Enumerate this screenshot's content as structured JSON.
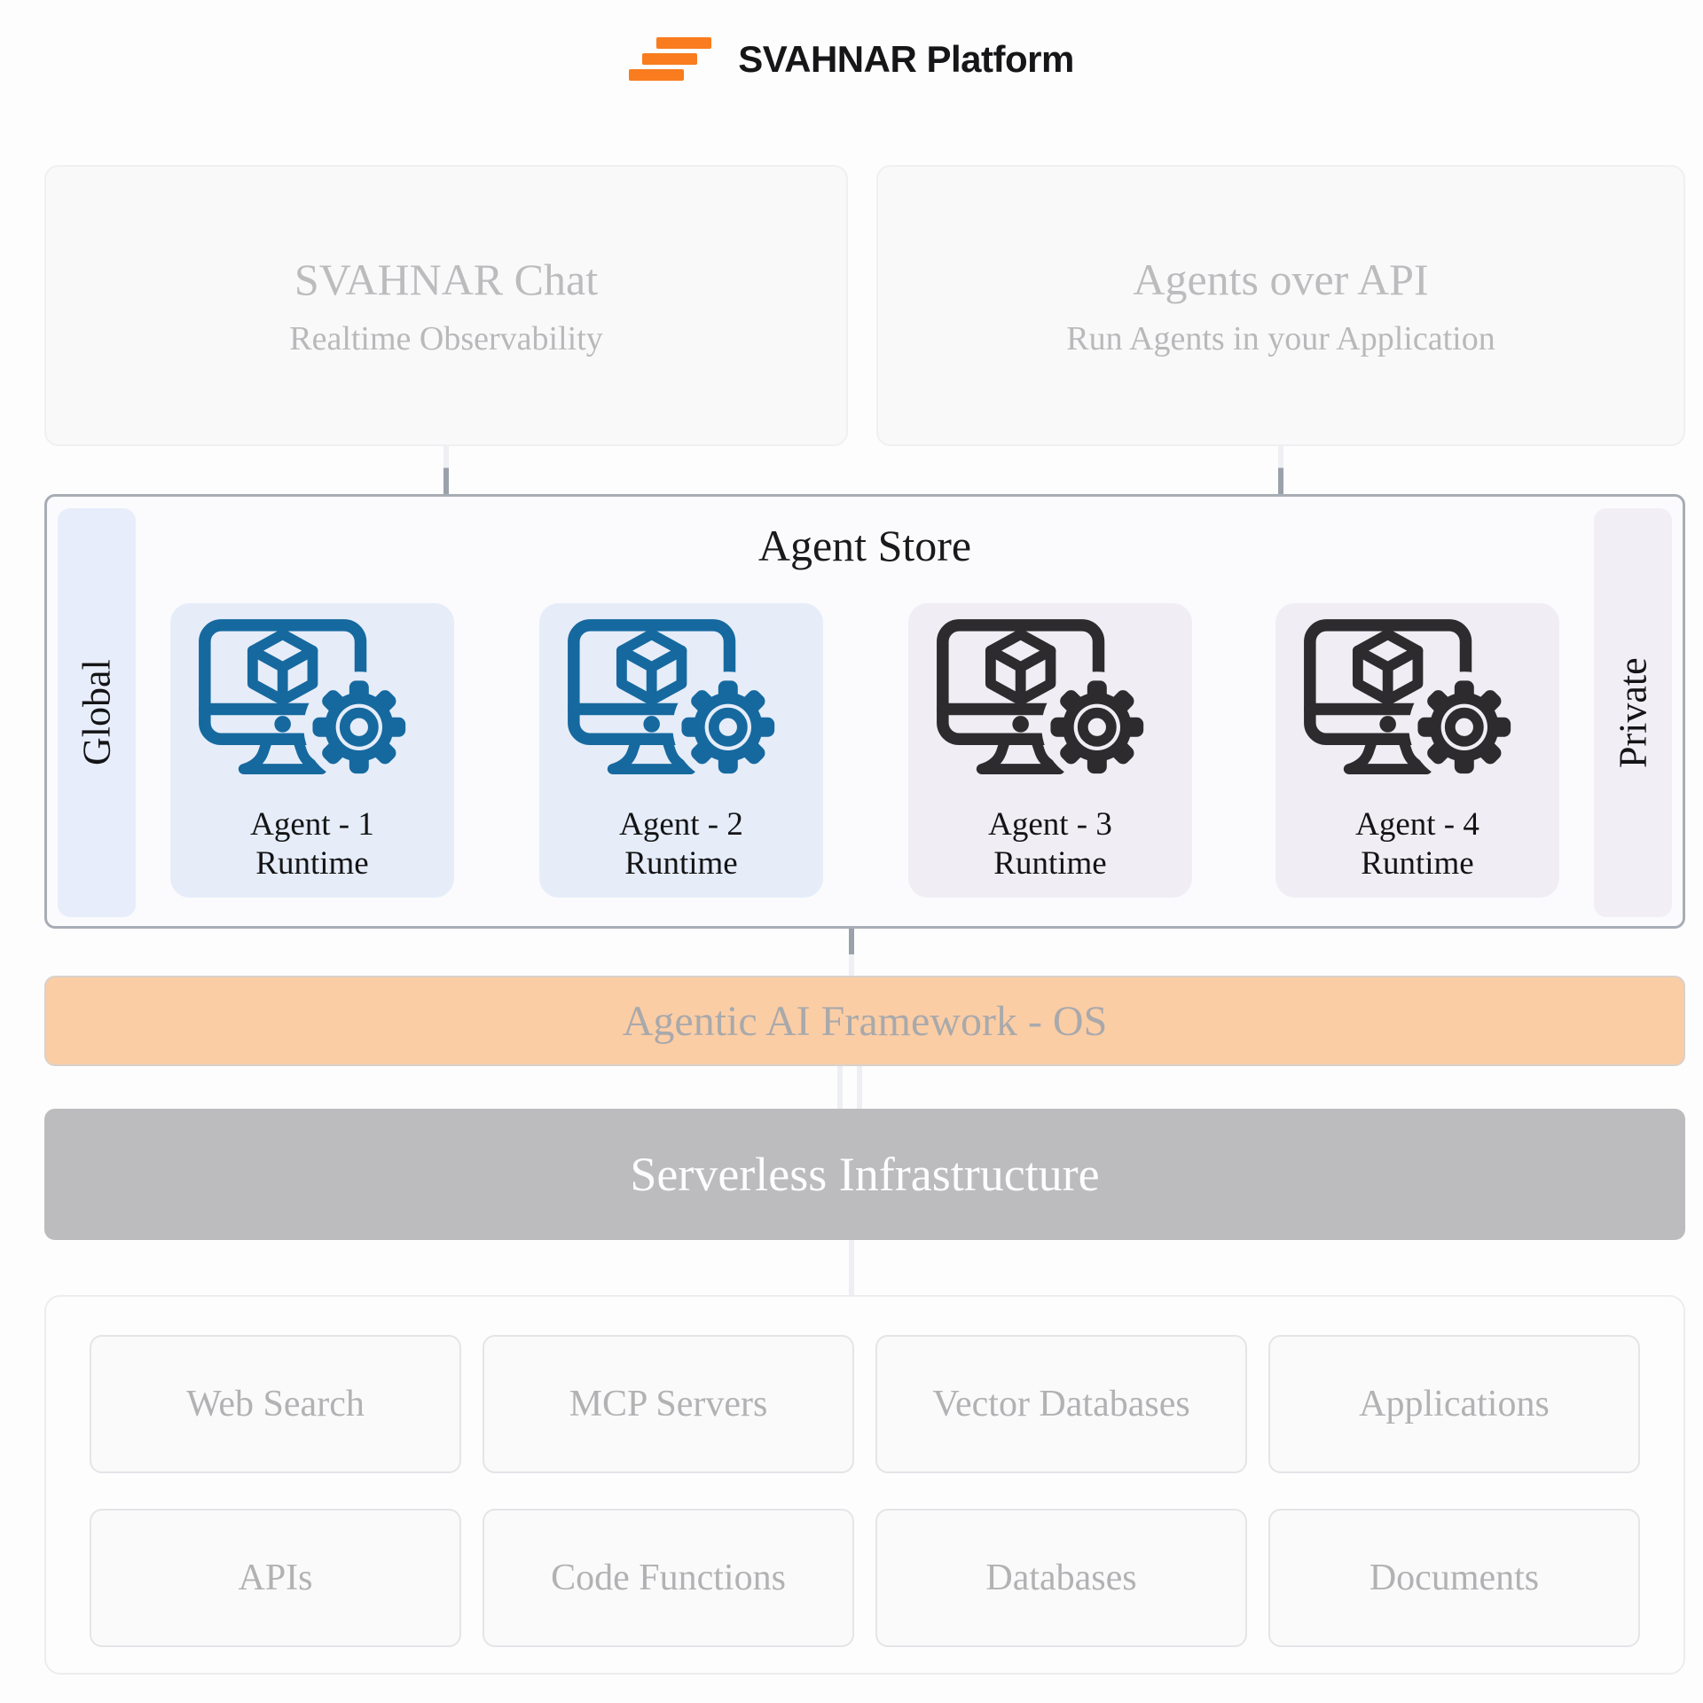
{
  "header": {
    "title": "SVAHNAR Platform"
  },
  "top_boxes": [
    {
      "title": "SVAHNAR Chat",
      "subtitle": "Realtime Observability"
    },
    {
      "title": "Agents over API",
      "subtitle": "Run Agents in your Application"
    }
  ],
  "agent_store": {
    "title": "Agent Store",
    "left_tag": "Global",
    "right_tag": "Private",
    "agents": [
      {
        "line1": "Agent - 1",
        "line2": "Runtime",
        "variant": "blue"
      },
      {
        "line1": "Agent - 2",
        "line2": "Runtime",
        "variant": "blue"
      },
      {
        "line1": "Agent - 3",
        "line2": "Runtime",
        "variant": "dark"
      },
      {
        "line1": "Agent - 4",
        "line2": "Runtime",
        "variant": "dark"
      }
    ]
  },
  "framework_bar": {
    "label": "Agentic AI Framework - OS"
  },
  "infra_bar": {
    "label": "Serverless Infrastructure"
  },
  "resources": {
    "row1": [
      "Web Search",
      "MCP Servers",
      "Vector Databases",
      "Applications"
    ],
    "row2": [
      "APIs",
      "Code Functions",
      "Databases",
      "Documents"
    ]
  },
  "icons": {
    "logo": "three-orange-staggered-bars",
    "agent": "monitor-with-cube-and-gear"
  },
  "colors": {
    "logo_orange": "#f97c1e",
    "agent_blue": "#16699f",
    "agent_dark": "#2d2b2d",
    "card_blue_bg": "#e6edf9",
    "card_lavender_bg": "#f0eef4",
    "global_tag_bg": "#e7edfa",
    "private_tag_bg": "#f1eef6",
    "framework_bar_bg": "#fbcda5",
    "infra_bar_bg": "#bcbcbe",
    "store_border": "#a8adb5",
    "muted_text": "#b9b9bb"
  }
}
